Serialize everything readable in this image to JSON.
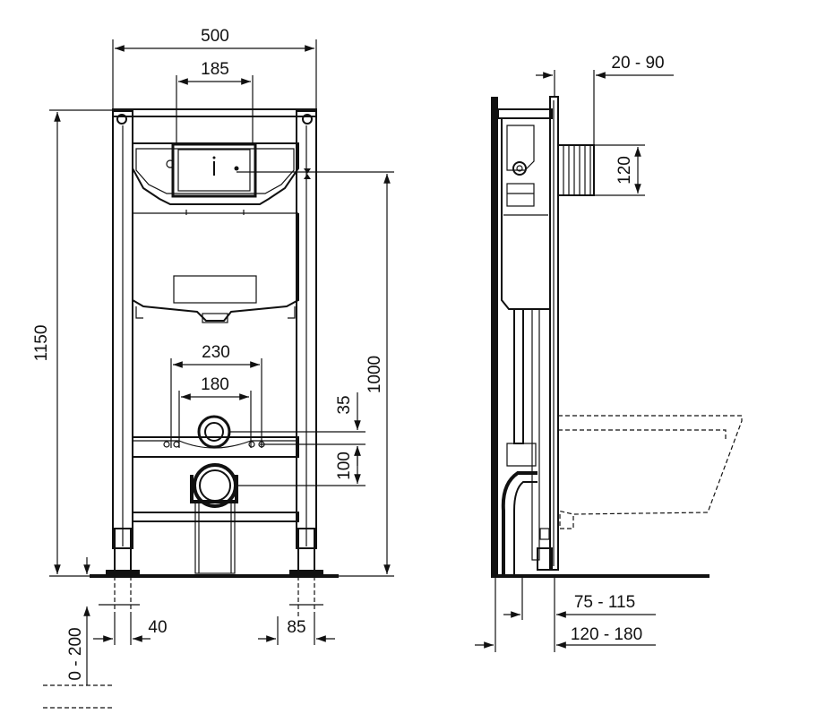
{
  "drawing": {
    "colors": {
      "line": "#111111",
      "paper": "#ffffff"
    },
    "front_view": {
      "width": "500",
      "button_plate": "185",
      "height_total": "1150",
      "height_button": "1000",
      "bolt_outer": "230",
      "bolt_inner": "180",
      "pipe_offset": "35",
      "pipe_spacing": "100",
      "foot_adjust": "0 - 200",
      "foot_left": "40",
      "foot_right": "85"
    },
    "side_view": {
      "wall_depth": "20 - 90",
      "flush_pipe": "120",
      "depth_min": "75 - 115",
      "depth_max": "120 - 180"
    }
  }
}
